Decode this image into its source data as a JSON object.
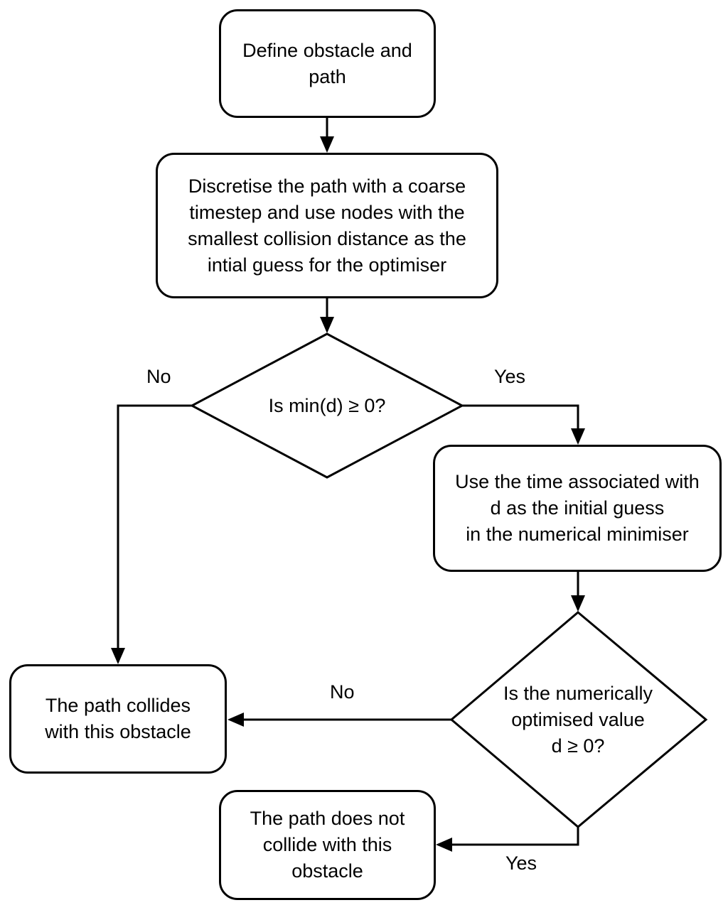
{
  "nodes": {
    "define": "Define obstacle and\npath",
    "discretise": "Discretise the path with a coarse\ntimestep and use nodes with the\nsmallest collision distance as the\nintial guess for the optimiser",
    "decision_min": "Is min(d) ≥ 0?",
    "use_time": "Use the time associated with\nd as the initial guess\nin the numerical minimiser",
    "decision_optimised": "Is the numerically\noptimised value\nd ≥ 0?",
    "collides": "The path collides\nwith this obstacle",
    "no_collide": "The path does not\ncollide with this\nobstacle"
  },
  "edge_labels": {
    "min_no": "No",
    "min_yes": "Yes",
    "opt_no": "No",
    "opt_yes": "Yes"
  }
}
